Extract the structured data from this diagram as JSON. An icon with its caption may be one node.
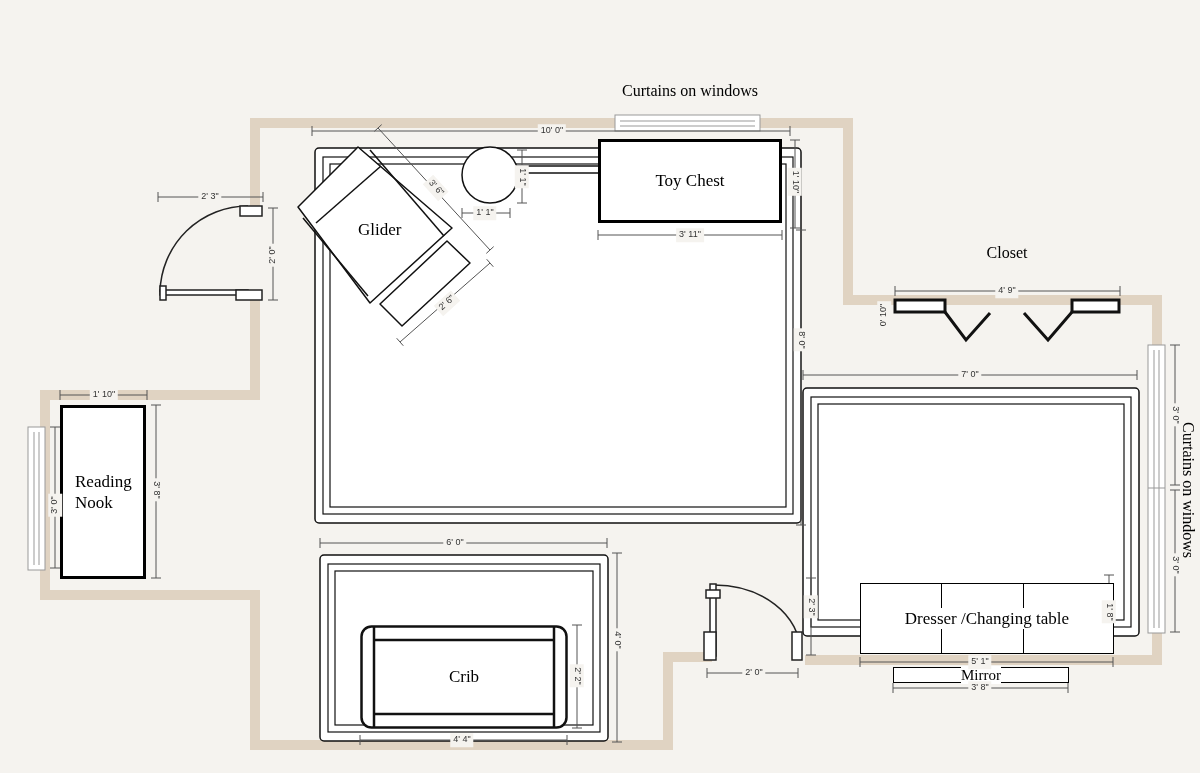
{
  "diagram": {
    "nodes": [
      {
        "text": [
          "Glider"
        ]
      },
      {
        "text": [
          "Toy Chest"
        ]
      },
      {
        "text": [
          "Reading Nook"
        ]
      },
      {
        "text": [
          "Crib"
        ]
      },
      {
        "text": [
          "Dresser /Changing table"
        ]
      },
      {
        "text": [
          "Mirror"
        ]
      }
    ],
    "labels": [
      "Curtains on windows",
      "10' 0\"",
      "3' 6\"",
      "1' 1\"",
      "1' 10\"",
      "2' 3\"",
      "1' 1\"",
      "3' 11\"",
      "Closet",
      "2' 0\"",
      "4' 9\"",
      "2' 6\"",
      "0' 10\"",
      "8' 0\"",
      "7' 0\"",
      "1' 10\"",
      "3' 0\"",
      "Curtains on windows",
      "3' 8\"",
      "3' 0\"",
      "6' 0\"",
      "3' 0\"",
      "2' 3\"",
      "1' 8\"",
      "4' 0\"",
      "5' 1\"",
      "2' 2\"",
      "2' 0\"",
      "3' 8\"",
      "4' 4\""
    ]
  }
}
